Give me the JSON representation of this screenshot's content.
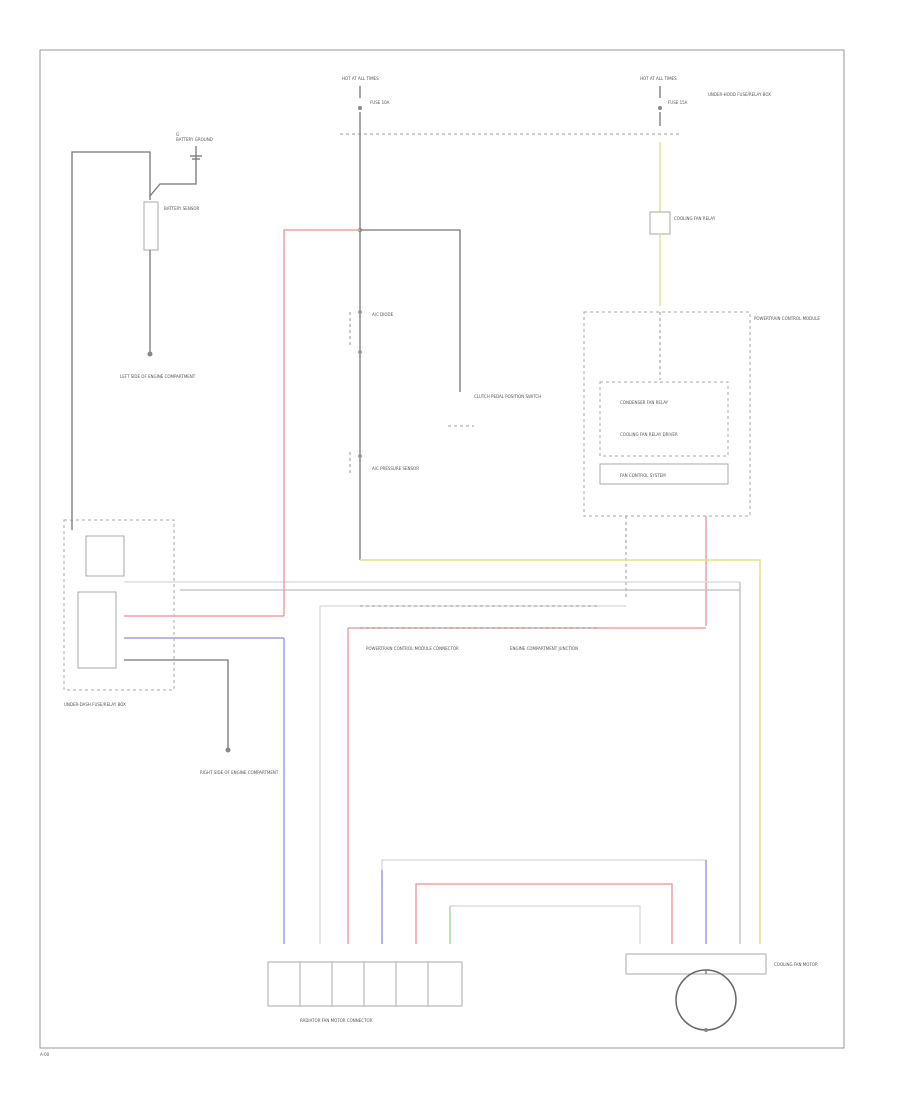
{
  "diagram": {
    "wire_colors": {
      "red": "#f0a0a0",
      "blue": "#9e9ef0",
      "yellow": "#e4e08a",
      "green": "#a8e0a8",
      "gray": "#bdbdbd"
    },
    "labels": {
      "hot_at_all_times_left": "HOT AT ALL TIMES",
      "hot_at_all_times_right": "HOT AT ALL TIMES",
      "fuse_left": "FUSE 10A",
      "fuse_right": "FUSE 15A",
      "fuse_right_note": "UNDER-HOOD FUSE/RELAY BOX",
      "ground_top_left": "G",
      "ground_top_left_note": "BATTERY GROUND",
      "resistor_note": "BATTERY SENSOR",
      "gnd_left_note": "LEFT SIDE OF ENGINE COMPARTMENT",
      "relay_note": "A/C DIODE",
      "switch_note": "CLUTCH PEDAL POSITION SWITCH",
      "sensor_note": "A/C PRESSURE SENSOR",
      "right_relay_note": "COOLING FAN RELAY",
      "pcm_label": "POWERTRAIN CONTROL MODULE",
      "pcm_box1": "CONDENSER FAN RELAY",
      "pcm_box2": "COOLING FAN RELAY DRIVER",
      "pcm_box3": "FAN CONTROL SYSTEM",
      "left_module_label": "UNDER-DASH FUSE/RELAY BOX",
      "gnd_mid_note": "RIGHT SIDE OF ENGINE COMPARTMENT",
      "connector_note_1": "POWERTRAIN CONTROL MODULE CONNECTOR",
      "connector_note_2": "ENGINE COMPARTMENT JUNCTION",
      "bottom_connector_label": "RADIATOR FAN MOTOR CONNECTOR",
      "motor_label": "COOLING FAN MOTOR",
      "footer_code": "A-00"
    }
  }
}
